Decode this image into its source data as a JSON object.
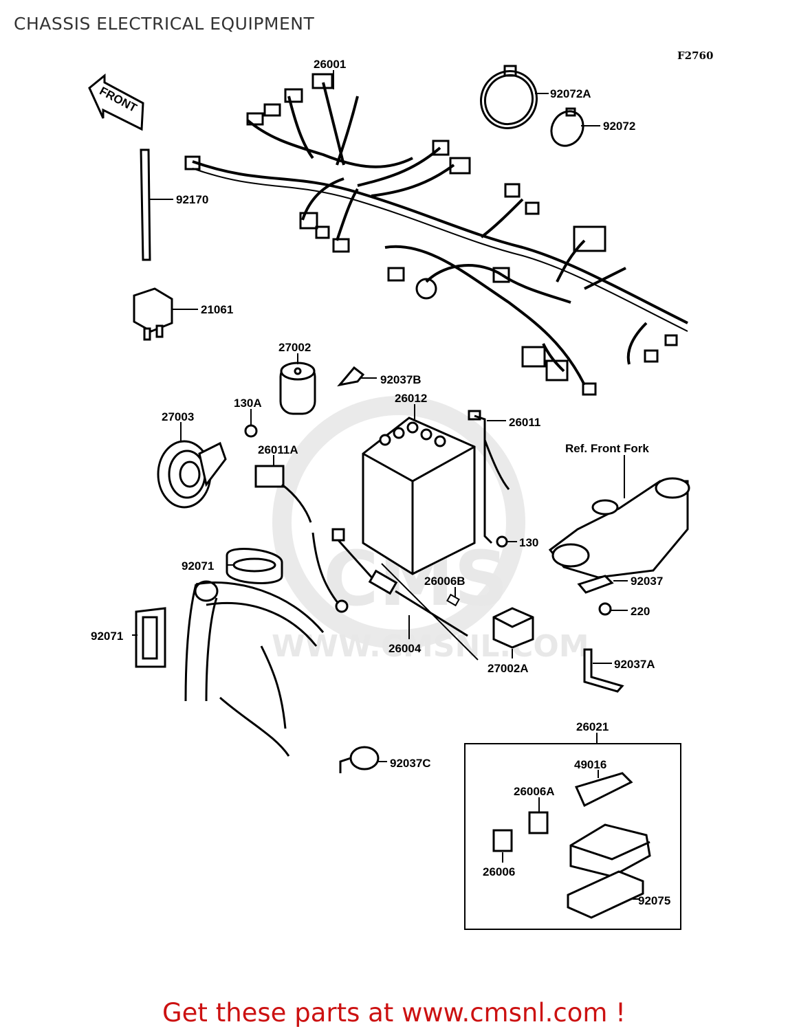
{
  "title": "CHASSIS ELECTRICAL EQUIPMENT",
  "figure_id": "F2760",
  "front_label": "FRONT",
  "reference_label": "Ref. Front Fork",
  "watermark": {
    "logo": "CMS",
    "url": "WWW.CMSNL.COM"
  },
  "parts": [
    {
      "num": "26001"
    },
    {
      "num": "92072A"
    },
    {
      "num": "92072"
    },
    {
      "num": "92170"
    },
    {
      "num": "21061"
    },
    {
      "num": "27002"
    },
    {
      "num": "92037B"
    },
    {
      "num": "26012"
    },
    {
      "num": "26011"
    },
    {
      "num": "27003"
    },
    {
      "num": "130A"
    },
    {
      "num": "26011A"
    },
    {
      "num": "130"
    },
    {
      "num": "92071"
    },
    {
      "num": "26006B"
    },
    {
      "num": "92037"
    },
    {
      "num": "220"
    },
    {
      "num": "92071"
    },
    {
      "num": "26004"
    },
    {
      "num": "27002A"
    },
    {
      "num": "92037A"
    },
    {
      "num": "26021"
    },
    {
      "num": "49016"
    },
    {
      "num": "92037C"
    },
    {
      "num": "26006A"
    },
    {
      "num": "26006"
    },
    {
      "num": "92075"
    }
  ],
  "footer": "Get these parts at www.cmsnl.com !"
}
